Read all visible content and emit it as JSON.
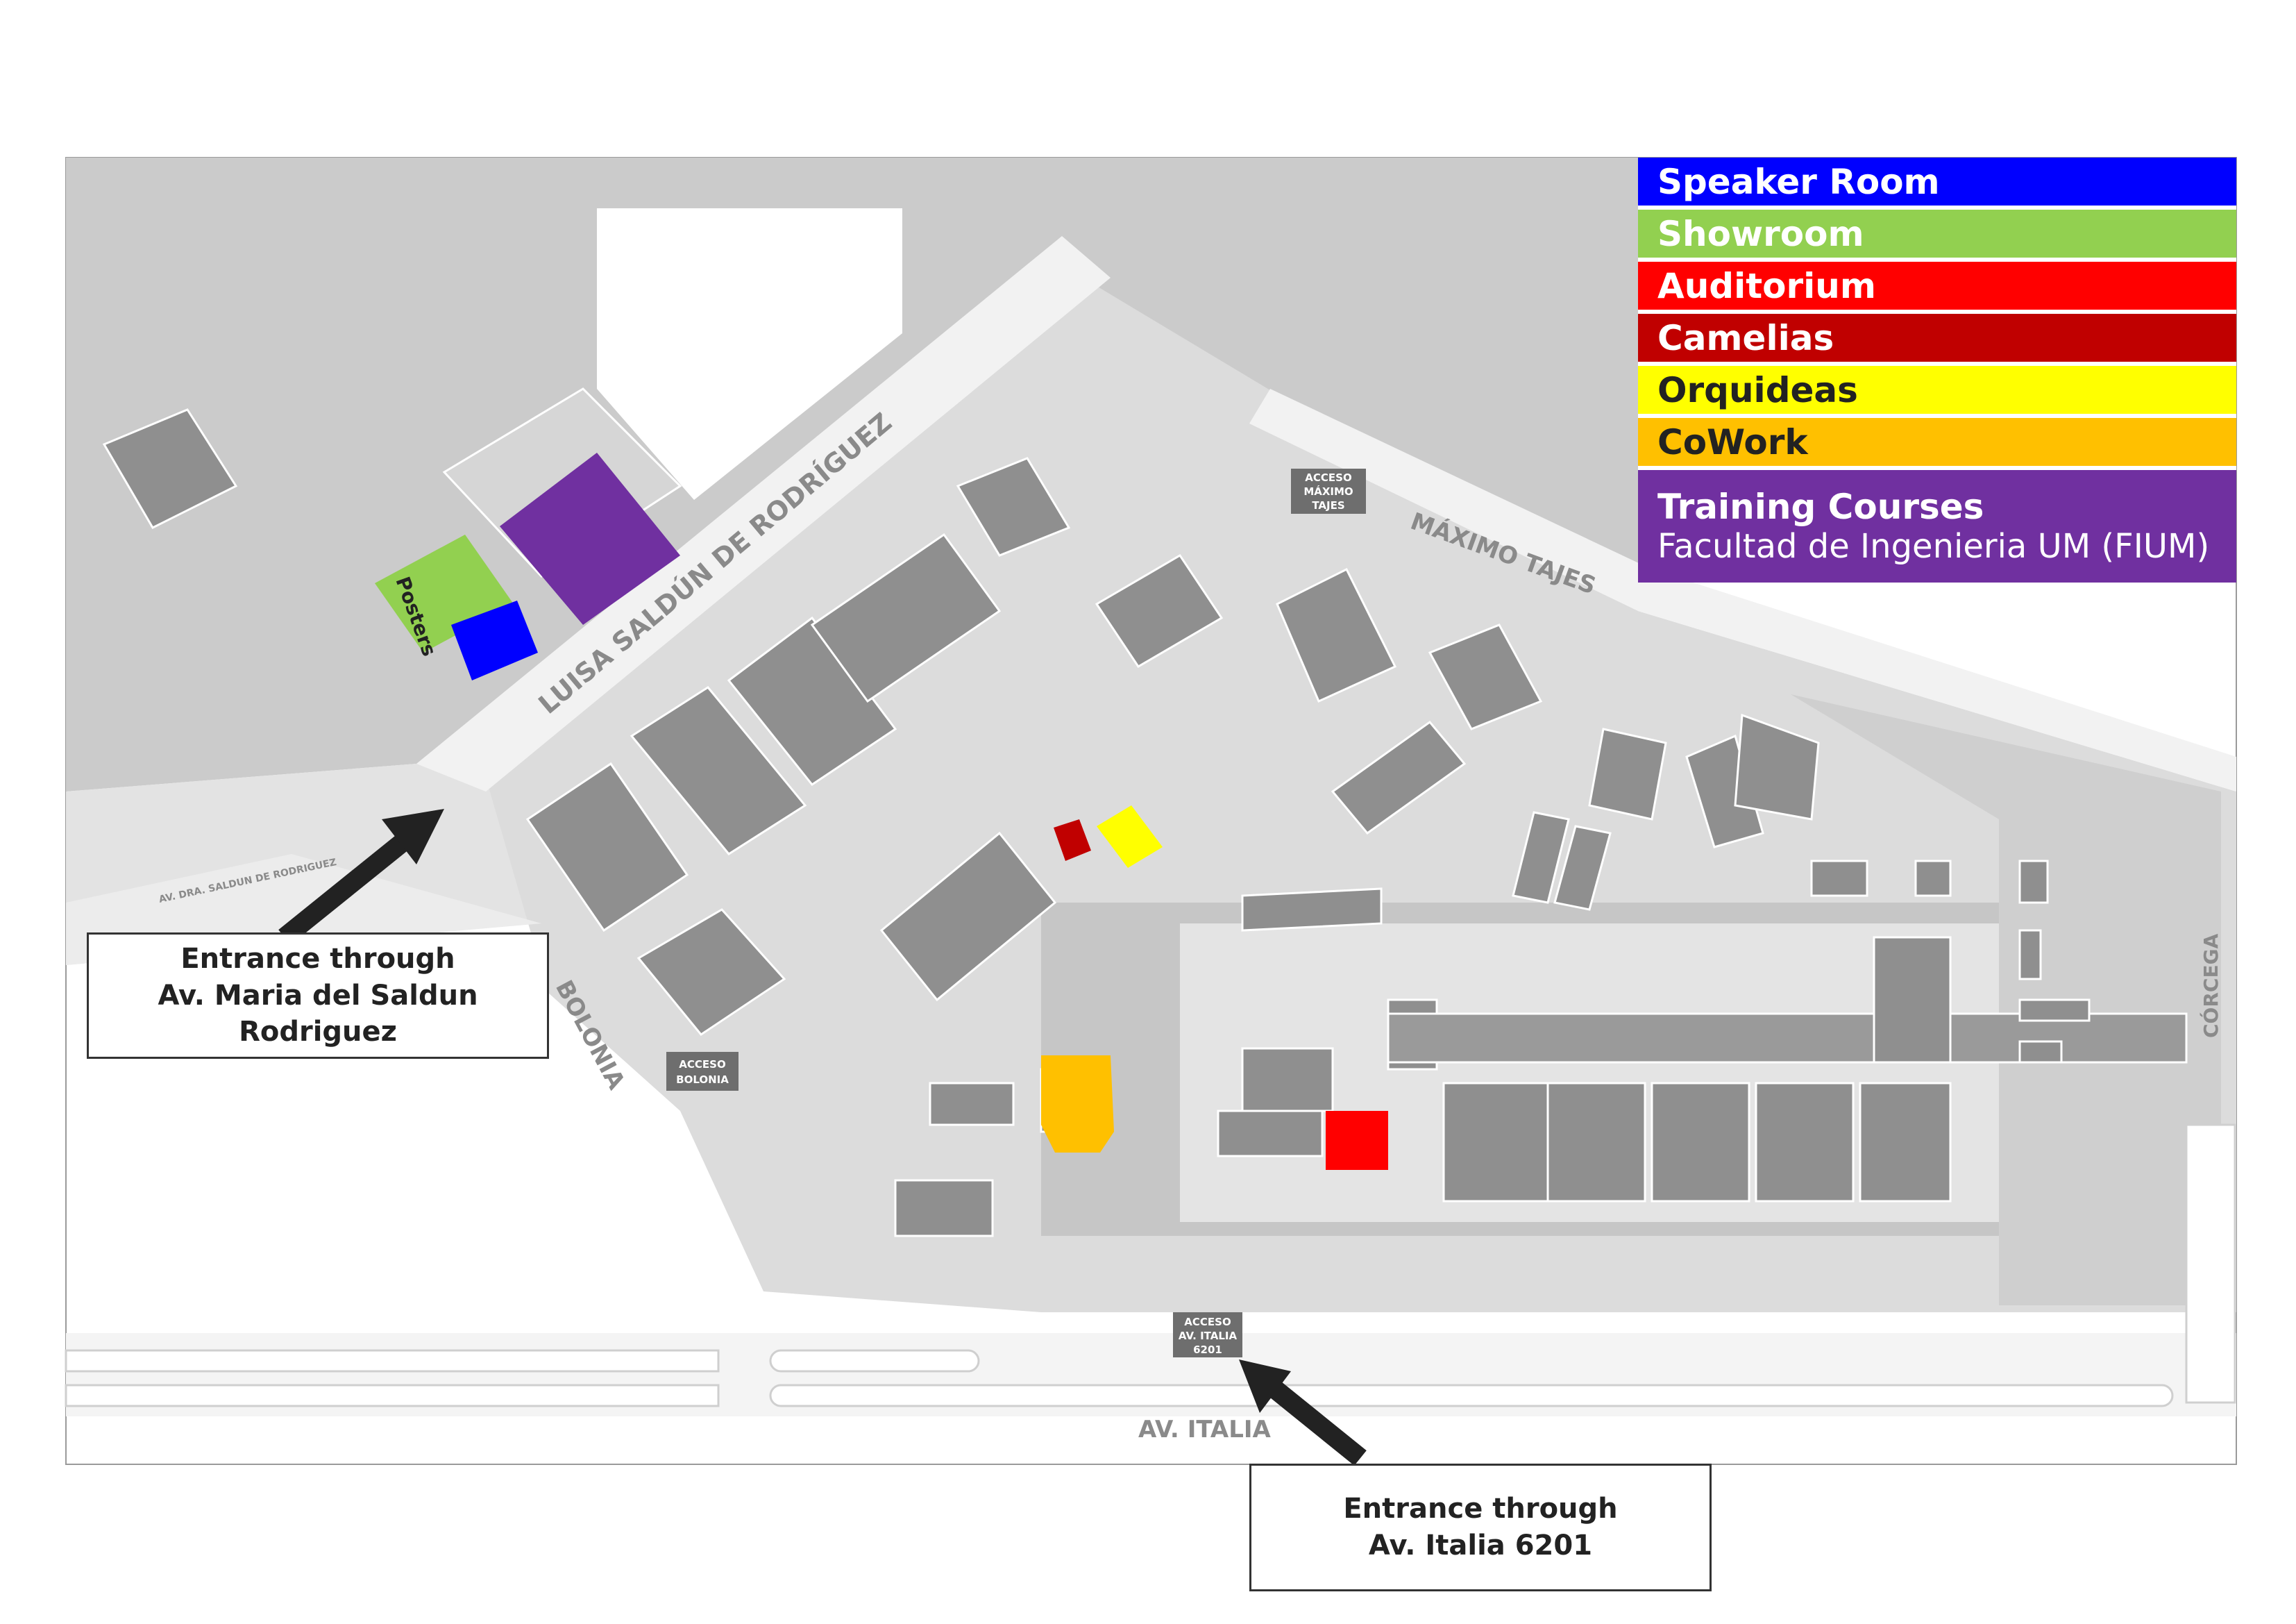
{
  "legend": {
    "items": [
      {
        "label": "Speaker Room",
        "color": "#0000ff",
        "text_color": "#ffffff"
      },
      {
        "label": "Showroom",
        "color": "#92d050",
        "text_color": "#ffffff"
      },
      {
        "label": "Auditorium",
        "color": "#ff0000",
        "text_color": "#ffffff"
      },
      {
        "label": "Camelias",
        "color": "#c00000",
        "text_color": "#ffffff"
      },
      {
        "label": "Orquideas",
        "color": "#ffff00",
        "text_color": "#222222"
      },
      {
        "label": "CoWork",
        "color": "#ffc000",
        "text_color": "#222222"
      }
    ],
    "training": {
      "label": "Training Courses",
      "sublabel": "Facultad de Ingenieria UM (FIUM)",
      "color": "#7030a0"
    }
  },
  "streets": {
    "luisa": "LUISA SALDÚN DE RODRÍGUEZ",
    "maximo": "MÁXIMO TAJES",
    "bolonia": "BOLONIA",
    "italia": "AV. ITALIA",
    "corcega": "CÓRCEGA",
    "dra": "AV. DRA. SALDUN DE RODRIGUEZ"
  },
  "access": {
    "maximo": [
      "ACCESO",
      "MÁXIMO",
      "TAJES"
    ],
    "bolonia": [
      "ACCESO",
      "BOLONIA"
    ],
    "italia": [
      "ACCESO",
      "AV. ITALIA",
      "6201"
    ]
  },
  "posters_label": "Posters",
  "callouts": {
    "west": {
      "line1": "Entrance through",
      "line2": "Av. Maria del Saldun Rodriguez"
    },
    "south": {
      "line1": "Entrance through",
      "line2": "Av. Italia 6201"
    }
  }
}
